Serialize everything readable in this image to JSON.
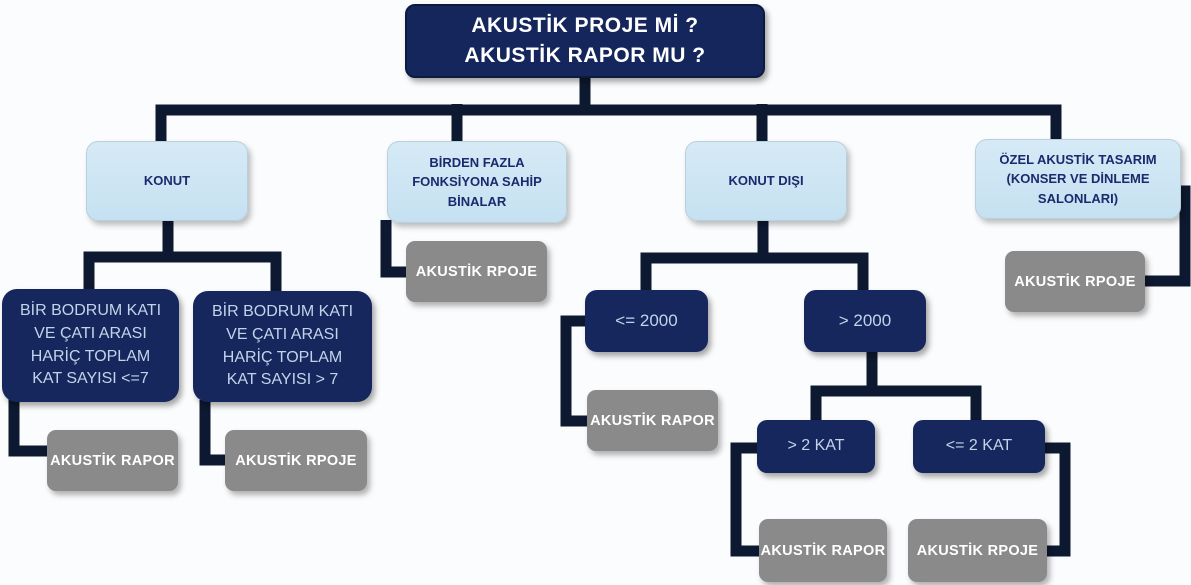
{
  "diagram_title": "Akustik Proje / Akustik Rapor karar şeması",
  "colors": {
    "background": "#fbfcfd",
    "navy_box": "#15275c",
    "navy_box_text": "#c3d4ea",
    "light_blue_box": "#c9e3f2",
    "light_blue_box_text": "#1b2a6e",
    "gray_box": "#8a8a8a",
    "gray_box_text": "#ffffff",
    "connector": "#0d1930",
    "root_text": "#ffffff"
  },
  "nodes": {
    "root": {
      "label": "AKUSTİK PROJE Mİ ?\nAKUSTİK RAPOR MU ?"
    },
    "konut": {
      "label": "KONUT"
    },
    "birden_fazla": {
      "label": "BİRDEN FAZLA\nFONKSİYONA SAHİP\nBİNALAR"
    },
    "konut_disi": {
      "label": "KONUT DIŞI"
    },
    "ozel_tasarim": {
      "label": "ÖZEL AKUSTİK TASARIM\n(KONSER VE DİNLEME\nSALONLARI)"
    },
    "kat_sayisi_7_ve_az": {
      "label": "BİR BODRUM KATI\nVE ÇATI ARASI\nHARİÇ TOPLAM\nKAT SAYISI <=7"
    },
    "kat_sayisi_7_fazla": {
      "label": "BİR BODRUM KATI\nVE ÇATI ARASI\nHARİÇ TOPLAM\nKAT SAYISI > 7"
    },
    "rapor_konut": {
      "label": "AKUSTİK RAPOR"
    },
    "rpoje_konut": {
      "label": "AKUSTİK RPOJE"
    },
    "rpoje_birden_fazla": {
      "label": "AKUSTİK RPOJE"
    },
    "alan_kucuk_esit_2000": {
      "label": "<= 2000"
    },
    "alan_buyuk_2000": {
      "label": "> 2000"
    },
    "rapor_2000": {
      "label": "AKUSTİK RAPOR"
    },
    "kat_buyuk_2": {
      "label": "> 2 KAT"
    },
    "kat_kucuk_esit_2": {
      "label": "<= 2 KAT"
    },
    "rapor_2kat": {
      "label": "AKUSTİK RAPOR"
    },
    "rpoje_2kat": {
      "label": "AKUSTİK RPOJE"
    },
    "rpoje_ozel": {
      "label": "AKUSTİK RPOJE"
    }
  }
}
